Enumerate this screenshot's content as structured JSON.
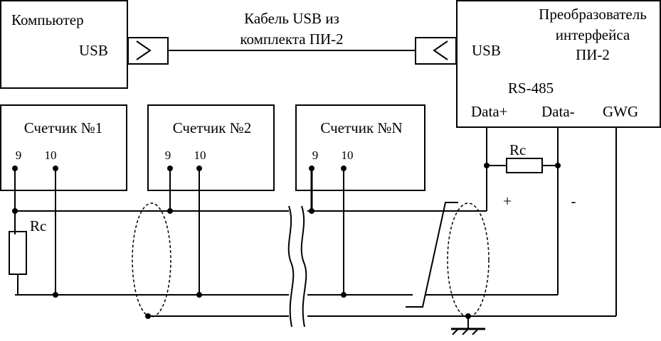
{
  "computer": {
    "title": "Компьютер",
    "usb": "USB"
  },
  "cable": {
    "line1": "Кабель USB из",
    "line2": "комплекта ПИ-2"
  },
  "converter": {
    "title_line1": "Преобразователь",
    "title_line2": "интерфейса",
    "title_line3": "ПИ-2",
    "usb": "USB",
    "rs485": "RS-485",
    "data_plus": "Data+",
    "data_minus": "Data-",
    "gwg": "GWG"
  },
  "meters": [
    {
      "name": "Счетчик №1",
      "pin_a": "9",
      "pin_b": "10"
    },
    {
      "name": "Счетчик №2",
      "pin_a": "9",
      "pin_b": "10"
    },
    {
      "name": "Счетчик №N",
      "pin_a": "9",
      "pin_b": "10"
    }
  ],
  "resistor_left": {
    "label": "Rc"
  },
  "resistor_right": {
    "label": "Rc"
  },
  "polarity": {
    "plus": "+",
    "minus": "-"
  }
}
